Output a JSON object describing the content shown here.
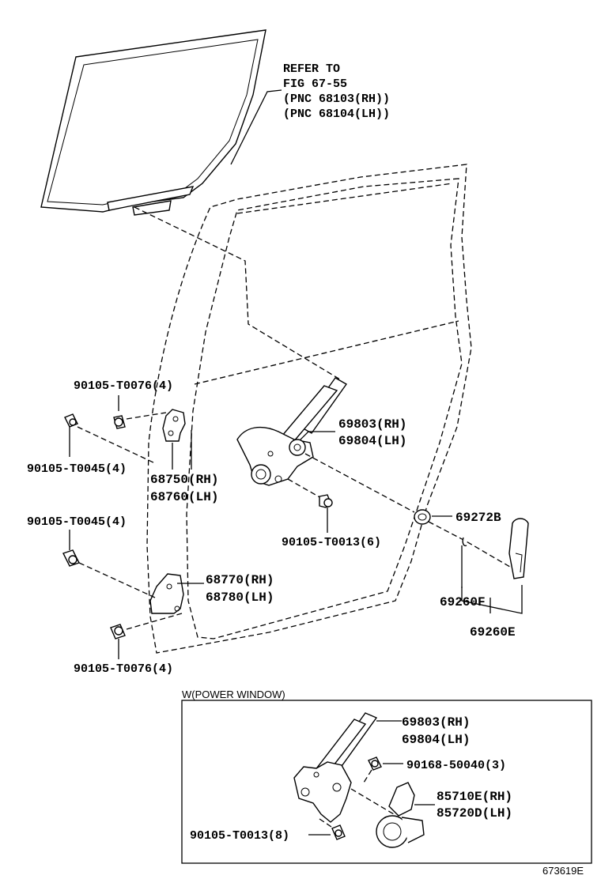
{
  "refer": {
    "line1": "REFER TO",
    "line2": "FIG 67-55",
    "line3": "(PNC 68103(RH))",
    "line4": "(PNC 68104(LH))"
  },
  "labels": {
    "bolt_t0076_top": "90105-T0076(4)",
    "bolt_t0045_top": "90105-T0045(4)",
    "hinge_upper_rh": "68750(RH)",
    "hinge_upper_lh": "68760(LH)",
    "regulator_rh": "69803(RH)",
    "regulator_lh": "69804(LH)",
    "bolt_t0013_6": "90105-T0013(6)",
    "grommet": "69272B",
    "bolt_t0045_bottom": "90105-T0045(4)",
    "hinge_lower_rh": "68770(RH)",
    "hinge_lower_lh": "68780(LH)",
    "handle_sub": "69260F",
    "handle_assy": "69260E",
    "bolt_t0076_bottom": "90105-T0076(4)"
  },
  "inset": {
    "title": "W(POWER WINDOW)",
    "regulator_rh": "69803(RH)",
    "regulator_lh": "69804(LH)",
    "screw": "90168-50040(3)",
    "motor_rh": "85710E(RH)",
    "motor_lh": "85720D(LH)",
    "bolt": "90105-T0013(8)"
  },
  "figure_id": "673619E"
}
